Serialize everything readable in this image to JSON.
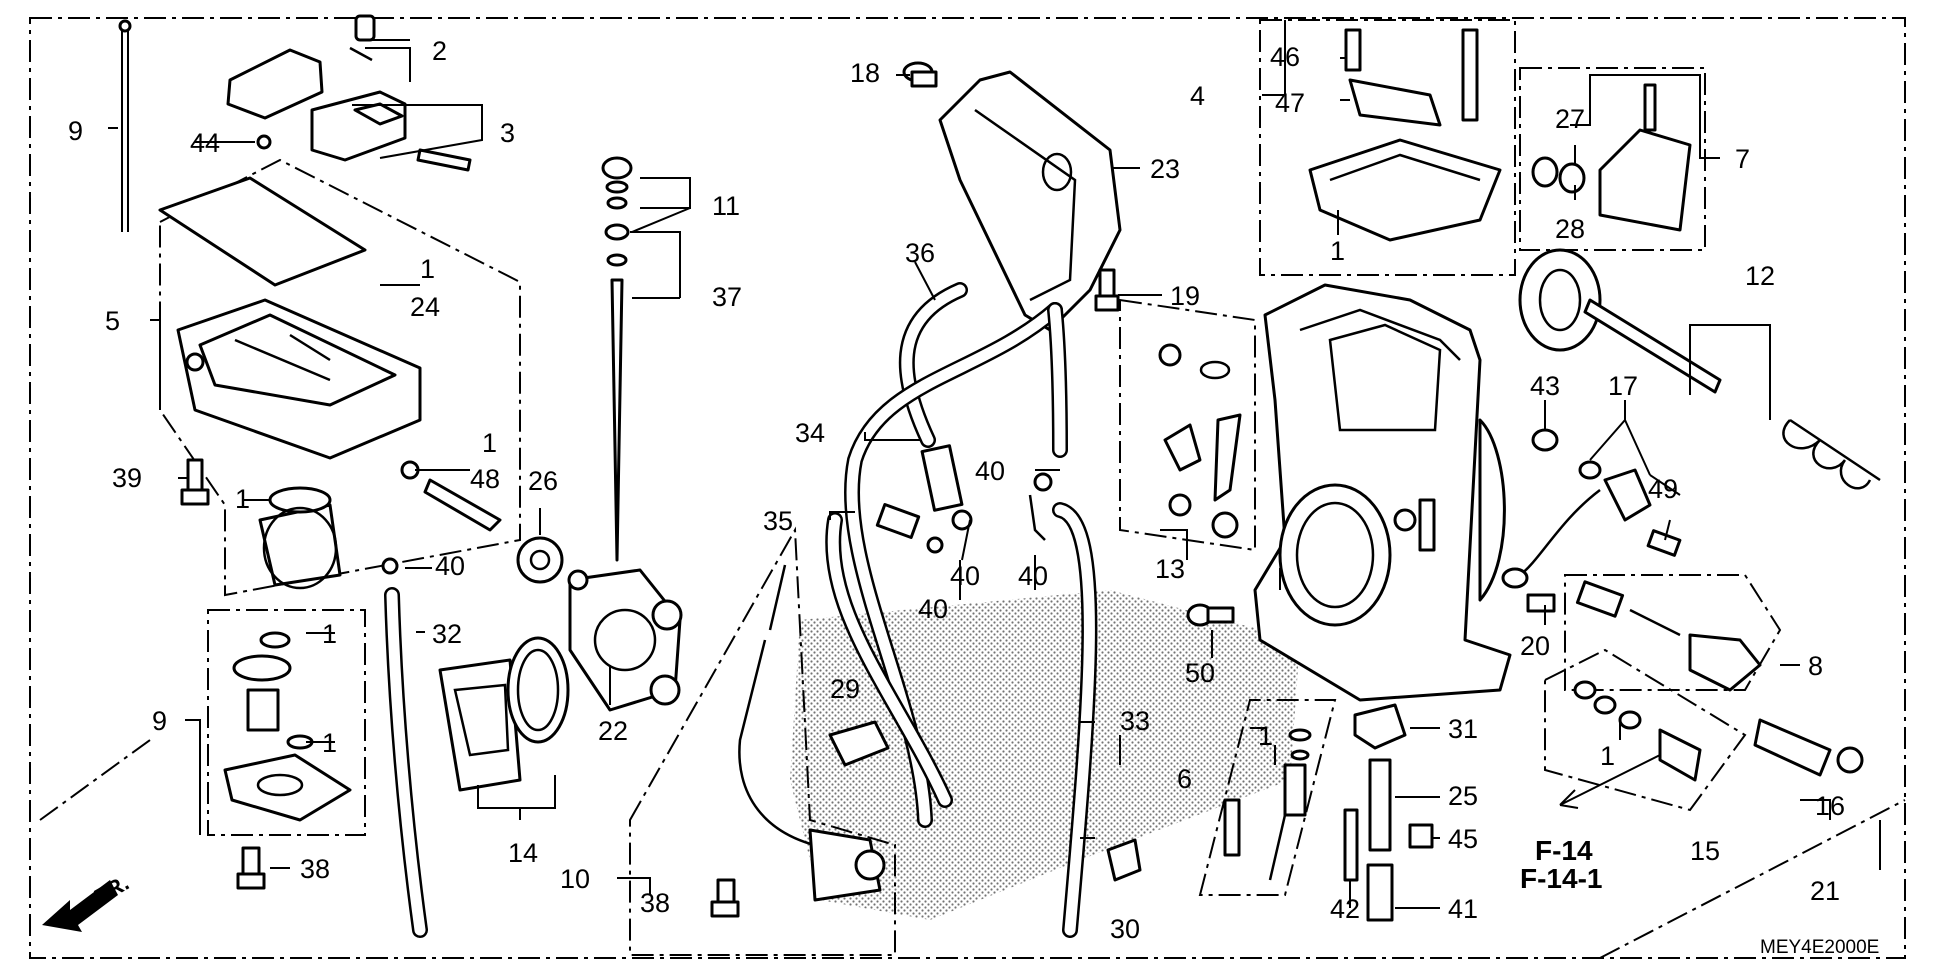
{
  "diagram": {
    "part_numbers": {
      "p1": "1",
      "p2": "2",
      "p3": "3",
      "p4": "4",
      "p5": "5",
      "p6": "6",
      "p7": "7",
      "p8": "8",
      "p9": "9",
      "p10": "10",
      "p11": "11",
      "p12": "12",
      "p13": "13",
      "p14": "14",
      "p15": "15",
      "p16": "16",
      "p17": "17",
      "p18": "18",
      "p19": "19",
      "p20": "20",
      "p21": "21",
      "p22": "22",
      "p23": "23",
      "p24": "24",
      "p25": "25",
      "p26": "26",
      "p27": "27",
      "p28": "28",
      "p29": "29",
      "p30": "30",
      "p31": "31",
      "p32": "32",
      "p33": "33",
      "p34": "34",
      "p35": "35",
      "p36": "36",
      "p37": "37",
      "p38": "38",
      "p39": "39",
      "p40": "40",
      "p41": "41",
      "p42": "42",
      "p43": "43",
      "p44": "44",
      "p45": "45",
      "p46": "46",
      "p47": "47",
      "p48": "48",
      "p49": "49",
      "p50": "50"
    },
    "references": {
      "ref_a": "F-14",
      "ref_b": "F-14-1"
    },
    "front_indicator": "FR.",
    "diagram_code": "MEY4E2000E"
  }
}
